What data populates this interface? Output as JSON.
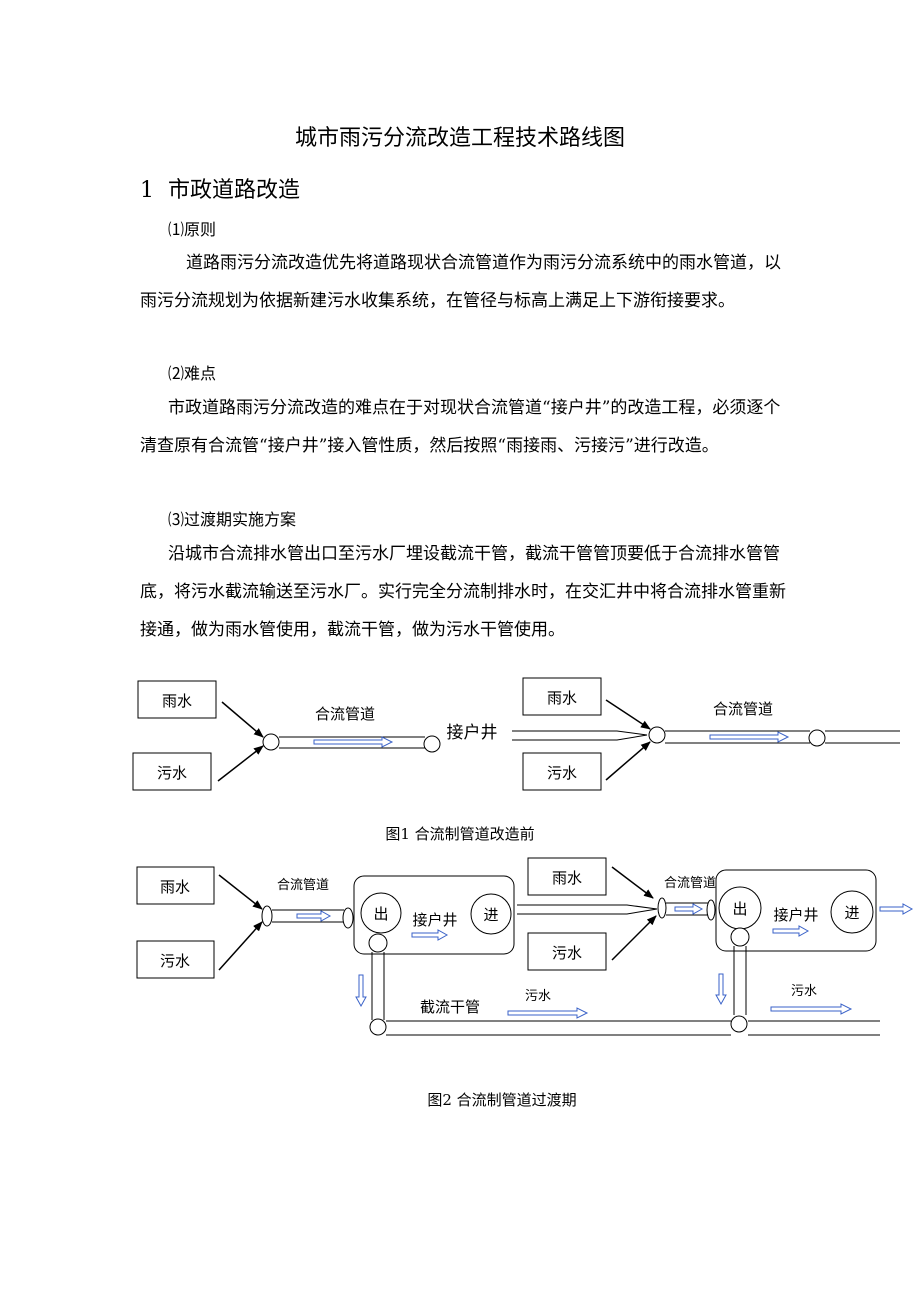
{
  "document": {
    "title": "城市雨污分流改造工程技术路线图",
    "section": {
      "number": "1",
      "heading": "市政道路改造"
    },
    "subsections": [
      {
        "label": "⑴原则",
        "text": "道路雨污分流改造优先将道路现状合流管道作为雨污分流系统中的雨水管道，以雨污分流规划为依据新建污水收集系统，在管径与标高上满足上下游衔接要求。"
      },
      {
        "label": "⑵难点",
        "text": "市政道路雨污分流改造的难点在于对现状合流管道“接户井”的改造工程，必须逐个清查原有合流管“接户井”接入管性质，然后按照“雨接雨、污接污”进行改造。"
      },
      {
        "label": "⑶过渡期实施方案",
        "text": "沿城市合流排水管出口至污水厂埋设截流干管，截流干管管顶要低于合流排水管管底，将污水截流输送至污水厂。实行完全分流制排水时，在交汇井中将合流排水管重新接通，做为雨水管使用，截流干管，做为污水干管使用。"
      }
    ]
  },
  "figure1": {
    "caption": "图1  合流制管道改造前",
    "left": {
      "rain_label": "雨水",
      "sewage_label": "污水",
      "pipe_label": "合流管道"
    },
    "junction_label": "接户井",
    "right": {
      "rain_label": "雨水",
      "sewage_label": "污水",
      "pipe_label": "合流管道"
    }
  },
  "figure2": {
    "caption": "图2  合流制管道过渡期",
    "left": {
      "rain_label": "雨水",
      "sewage_label": "污水",
      "pipe_label": "合流管道",
      "out_label": "出",
      "in_label": "进",
      "well_label": "接户井"
    },
    "right": {
      "rain_label": "雨水",
      "sewage_label": "污水",
      "pipe_label": "合流管道",
      "out_label": "出",
      "in_label": "进",
      "well_label": "接户井"
    },
    "trunk_label": "截流干管",
    "sewage_flow_label_1": "污水",
    "sewage_flow_label_2": "污水"
  },
  "colors": {
    "flow_arrow": "#3a62c8",
    "line": "#000000"
  }
}
